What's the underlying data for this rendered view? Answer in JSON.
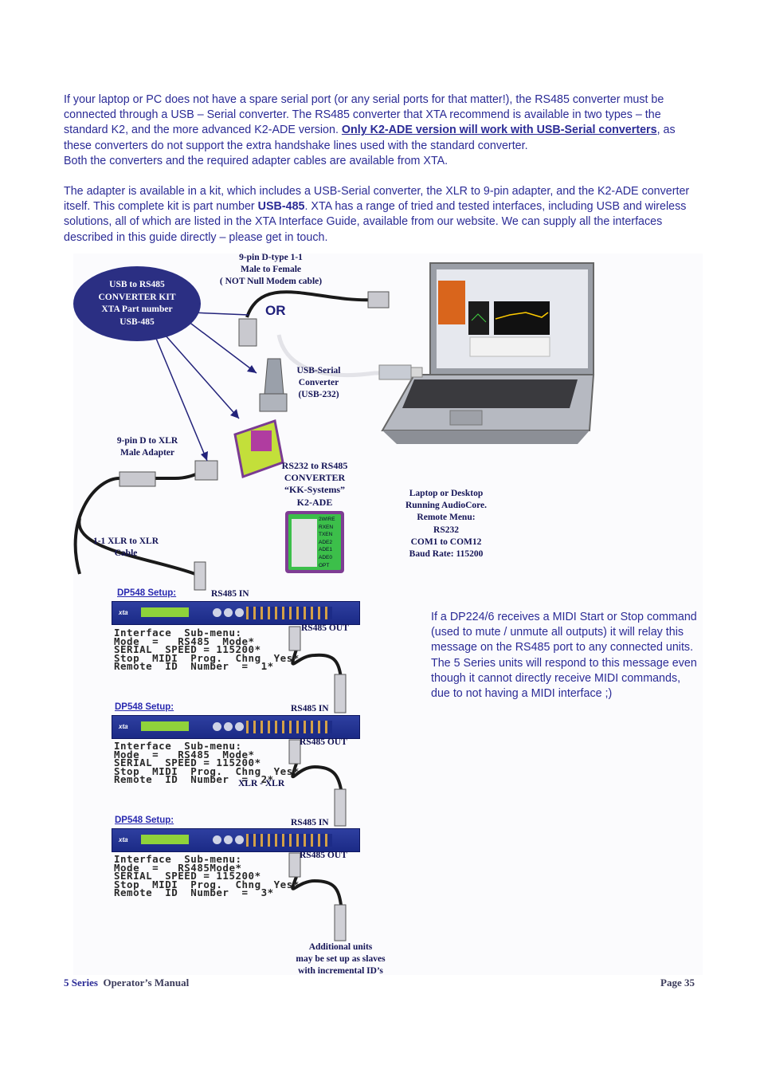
{
  "paragraph1": {
    "text_a": "If your laptop or PC does not have a spare serial port (or any serial ports for that matter!), the RS485 converter must be connected through a USB – Serial converter.  The RS485 converter that XTA recommend is available in two types – the standard K2, and the more advanced K2-ADE version.  ",
    "emph": "Only K2-ADE version will work with USB-Serial converters",
    "text_b": ", as these converters do not support the extra handshake lines used with the standard converter.",
    "line2": "Both the converters and the required adapter cables are available from XTA."
  },
  "paragraph2": {
    "text_a": "The adapter is available in a kit, which includes a USB-Serial converter, the XLR to 9-pin adapter, and the K2-ADE converter itself.  This complete kit is part number ",
    "emph": "USB-485",
    "text_b": ".   XTA has a range of tried and tested interfaces, including USB and wireless solutions, all of which are listed in the XTA Interface Guide, available from our website.  We can supply all the interfaces described in this guide directly – please get in touch."
  },
  "diagram": {
    "kit_oval": [
      "USB to RS485",
      "CONVERTER KIT",
      "XTA Part number",
      "USB-485"
    ],
    "dtype_label": [
      "9-pin D-type 1-1",
      "Male to Female",
      "( NOT Null Modem cable)"
    ],
    "or_label": "OR",
    "usb_serial_label": [
      "USB-Serial",
      "Converter",
      "(USB-232)"
    ],
    "adapter_label": [
      "9-pin D to XLR",
      "Male Adapter"
    ],
    "rs232_label": [
      "RS232 to RS485",
      "CONVERTER",
      "“KK-Systems”",
      "K2-ADE"
    ],
    "laptop_label": [
      "Laptop or Desktop",
      "Running AudioCore.",
      "Remote Menu:",
      "RS232",
      "COM1 to COM12",
      "Baud Rate: 115200"
    ],
    "xlr_cable_label": [
      "1-1 XLR to XLR",
      "Cable"
    ],
    "k2_panel": [
      "2WIRE",
      "RXEN",
      "TXEN",
      "ADE2",
      "ADE1",
      "ADE0",
      "OPT"
    ],
    "setups": [
      {
        "title": "DP548 Setup:",
        "in_label": "RS485 IN",
        "out_label": "RS485 OUT",
        "lines": [
          "Interface  Sub-menu:",
          "Mode  =   RS485  Mode*",
          "SERIAL  SPEED = 115200*",
          "Stop  MIDI  Prog.  Chng  Yes*",
          "Remote  ID  Number  =  1*"
        ]
      },
      {
        "title": "DP548 Setup:",
        "in_label": "RS485 IN",
        "out_label": "RS485 OUT",
        "lines": [
          "Interface  Sub-menu:",
          "Mode  =   RS485  Mode*",
          "SERIAL  SPEED = 115200*",
          "Stop  MIDI  Prog.  Chng  Yes*",
          "Remote  ID  Number  =  2*"
        ]
      },
      {
        "title": "DP548 Setup:",
        "in_label": "RS485 IN",
        "out_label": "RS485 OUT",
        "lines": [
          "Interface  Sub-menu:",
          "Mode  =   RS485Mode*",
          "SERIAL  SPEED = 115200*",
          "Stop  MIDI  Prog.  Chng  Yes*",
          "Remote  ID  Number  =  3*"
        ]
      }
    ],
    "xlr_xlr_label": "XLR - XLR",
    "additional_label": [
      "Additional units",
      "may be set up as slaves",
      "with incremental ID’s"
    ]
  },
  "side_note": "If a DP224/6 receives a MIDI Start or Stop command (used to mute / unmute all outputs) it will relay this message on the RS485 port to any connected units.  The 5 Series units will respond to this message even though it cannot directly receive MIDI commands, due to not having a MIDI interface ;)",
  "footer": {
    "brand": "5 Series",
    "manual": "Operator’s Manual",
    "page": "Page 35"
  }
}
